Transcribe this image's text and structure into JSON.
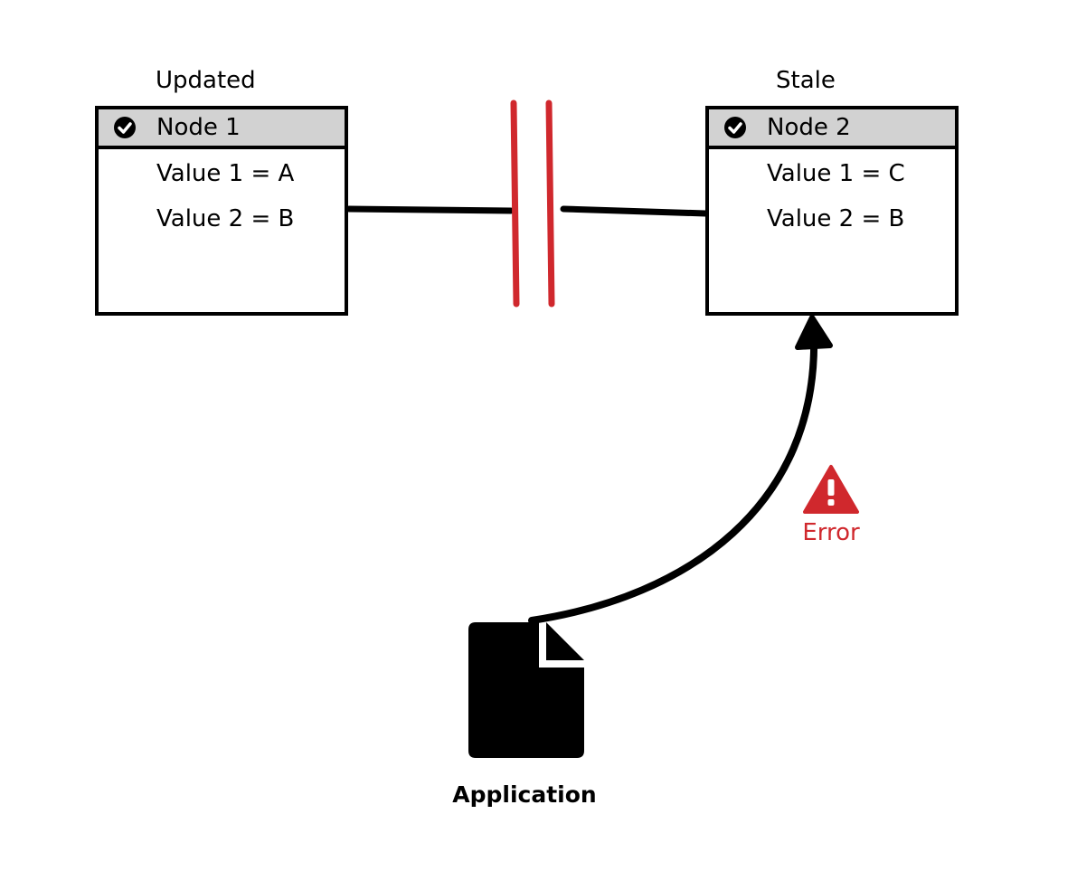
{
  "colors": {
    "stroke": "#000000",
    "partition": "#d0282d",
    "header_bg": "#d2d2d2",
    "error": "#d0282d"
  },
  "node_left": {
    "caption": "Updated",
    "title": "Node 1",
    "rows": [
      "Value 1 = A",
      "Value 2 = B"
    ],
    "icon": "check-circle-icon"
  },
  "node_right": {
    "caption": "Stale",
    "title": "Node 2",
    "rows": [
      "Value 1 = C",
      "Value 2 = B"
    ],
    "icon": "check-circle-icon"
  },
  "error": {
    "label": "Error",
    "icon": "warning-triangle-icon"
  },
  "application": {
    "label": "Application",
    "icon": "document-icon"
  }
}
